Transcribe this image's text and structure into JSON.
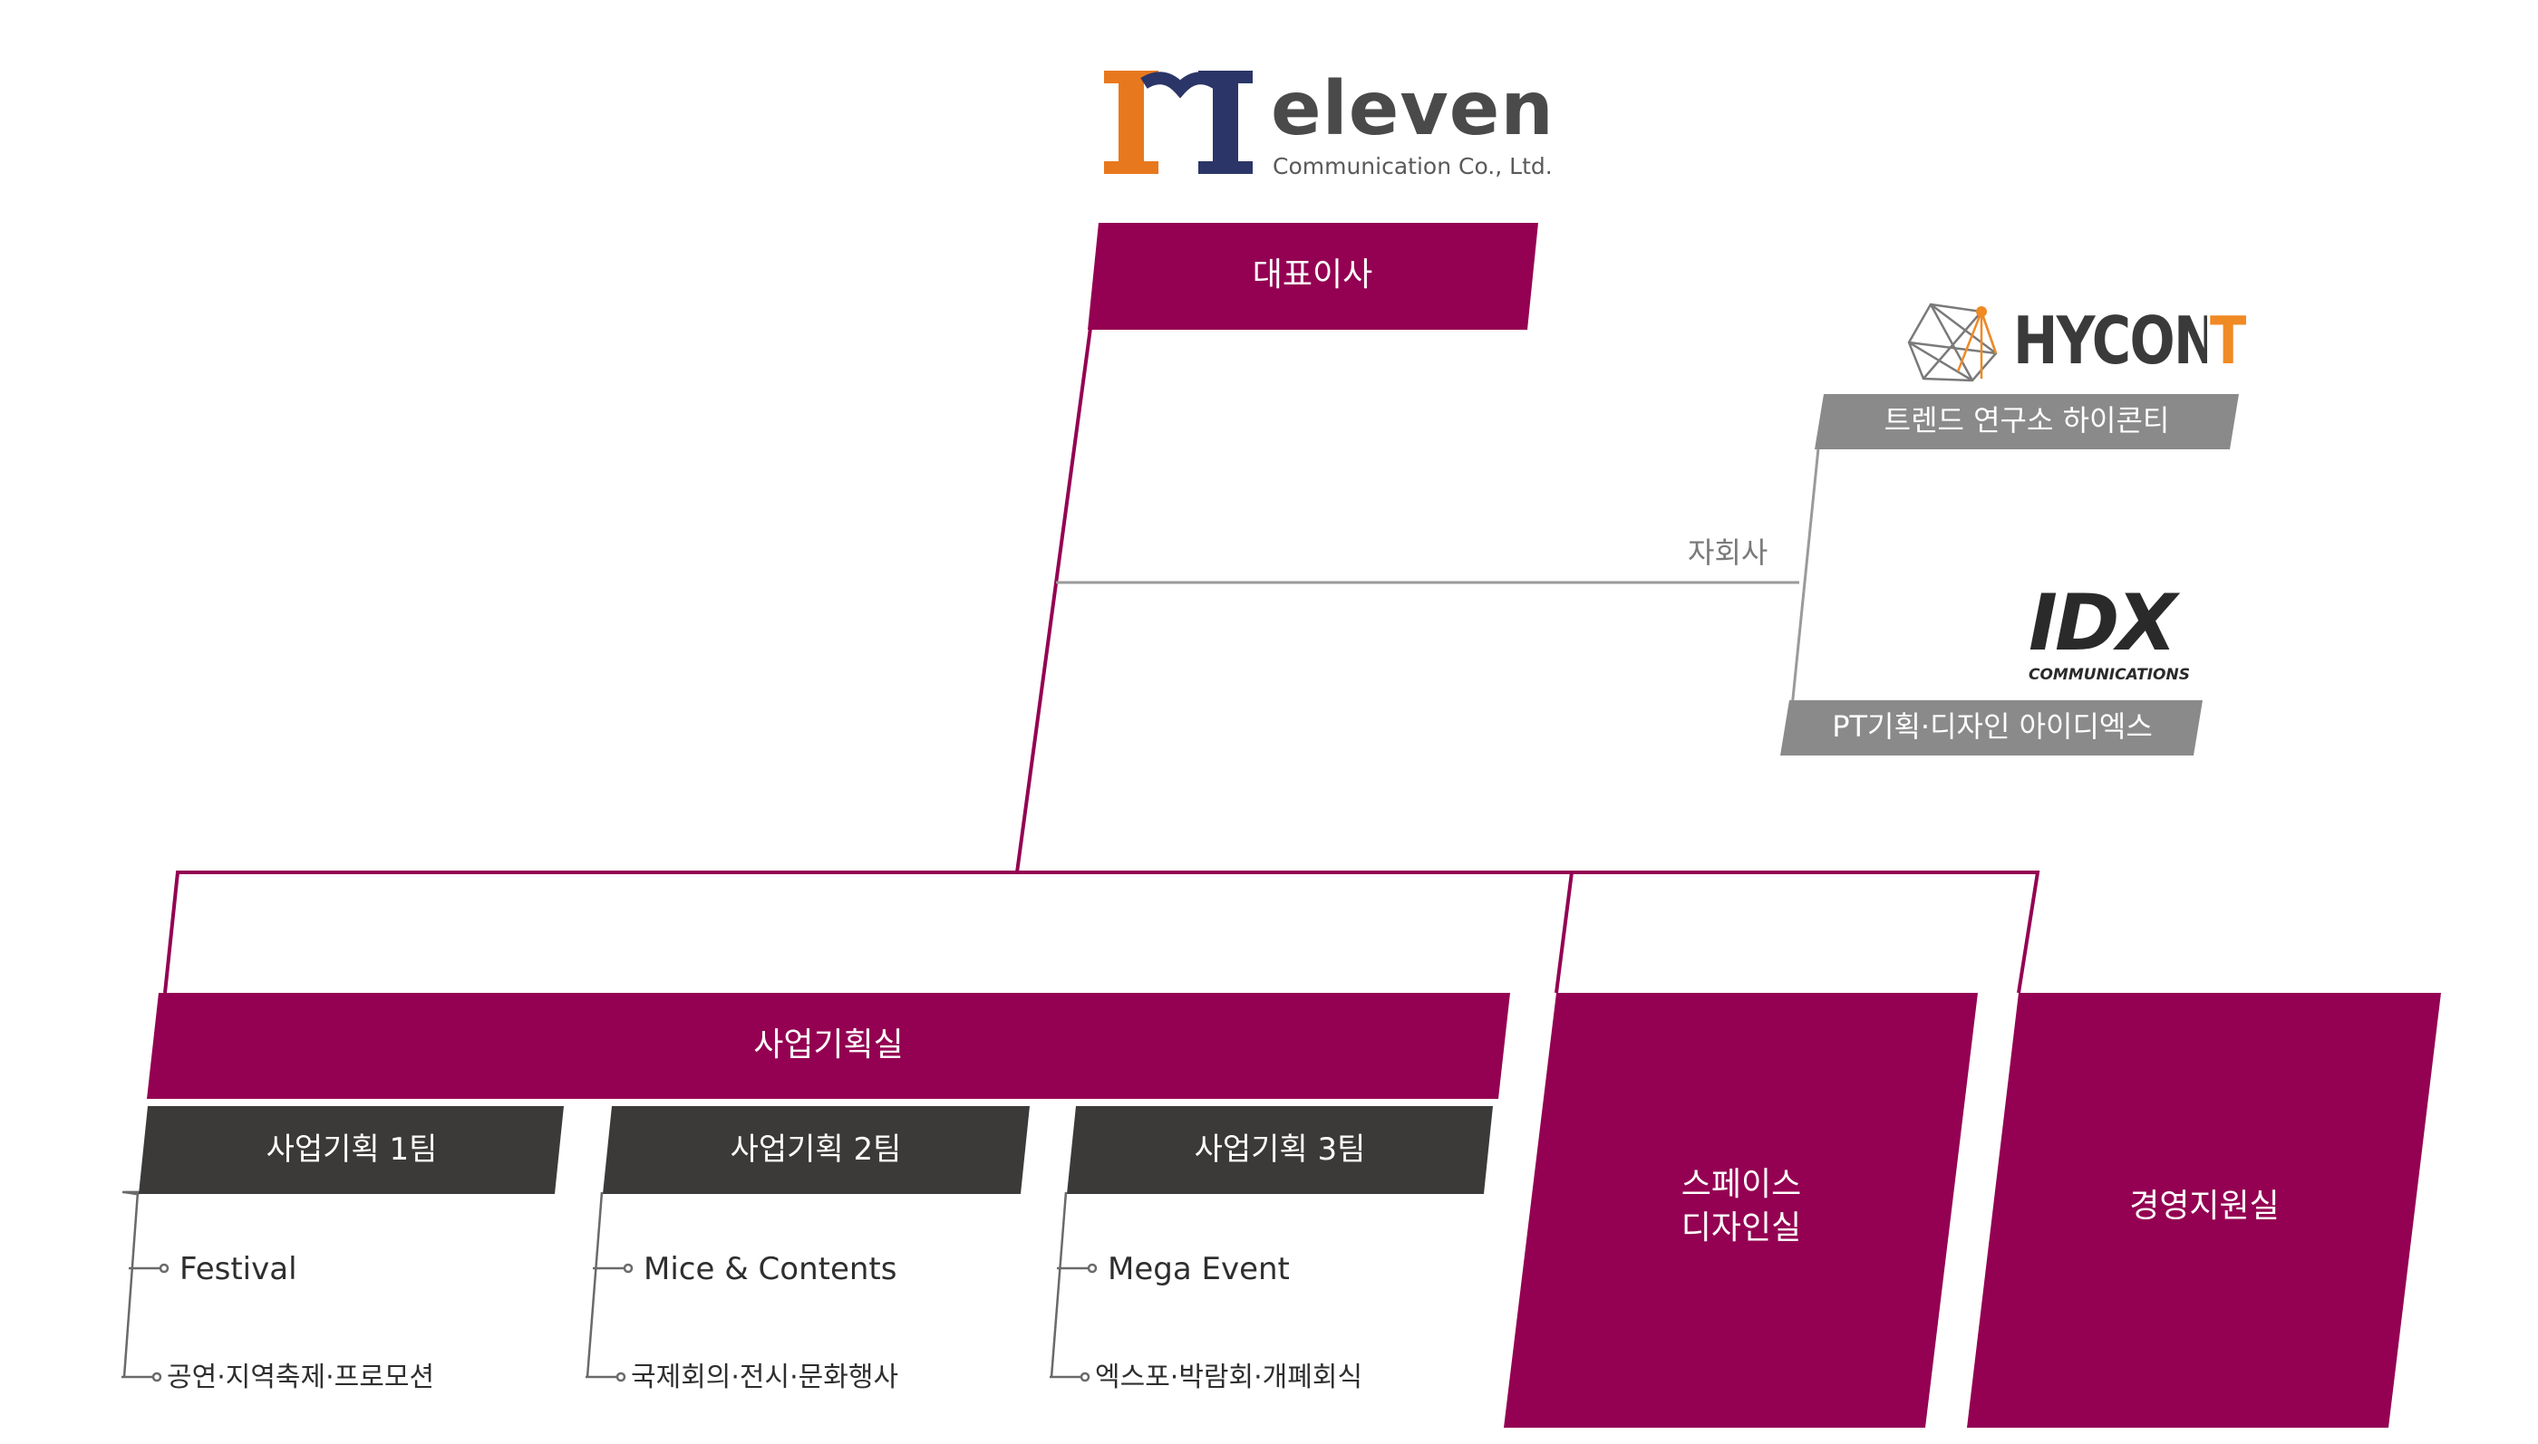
{
  "company": {
    "logo_name": "eleven",
    "logo_sub": "Communication Co., Ltd."
  },
  "ceo": {
    "label": "대표이사"
  },
  "subsidiaries": {
    "label": "자회사",
    "items": [
      {
        "logo": "HYCON T",
        "logo_icon": "polygon-network-icon",
        "desc": "트렌드 연구소 하이콘티"
      },
      {
        "logo": "IDX",
        "logo_sub": "COMMUNICATIONS",
        "desc": "PT기획·디자인 아이디엑스"
      }
    ]
  },
  "divisions": {
    "planning": {
      "label": "사업기획실",
      "teams": [
        {
          "label": "사업기획 1팀",
          "items": [
            "Festival",
            "공연·지역축제·프로모션"
          ]
        },
        {
          "label": "사업기획 2팀",
          "items": [
            "Mice & Contents",
            "국제회의·전시·문화행사"
          ]
        },
        {
          "label": "사업기획 3팀",
          "items": [
            "Mega Event",
            "엑스포·박람회·개폐회식"
          ]
        }
      ]
    },
    "space_design": {
      "label_line1": "스페이스",
      "label_line2": "디자인실"
    },
    "management": {
      "label": "경영지원실"
    }
  },
  "colors": {
    "brand_magenta": "#940052",
    "team_dark": "#3c3a39",
    "sub_gray": "#8a8a8a",
    "logo_orange": "#e8781e",
    "logo_navy": "#2b3567",
    "hycon_orange": "#f08a24"
  }
}
